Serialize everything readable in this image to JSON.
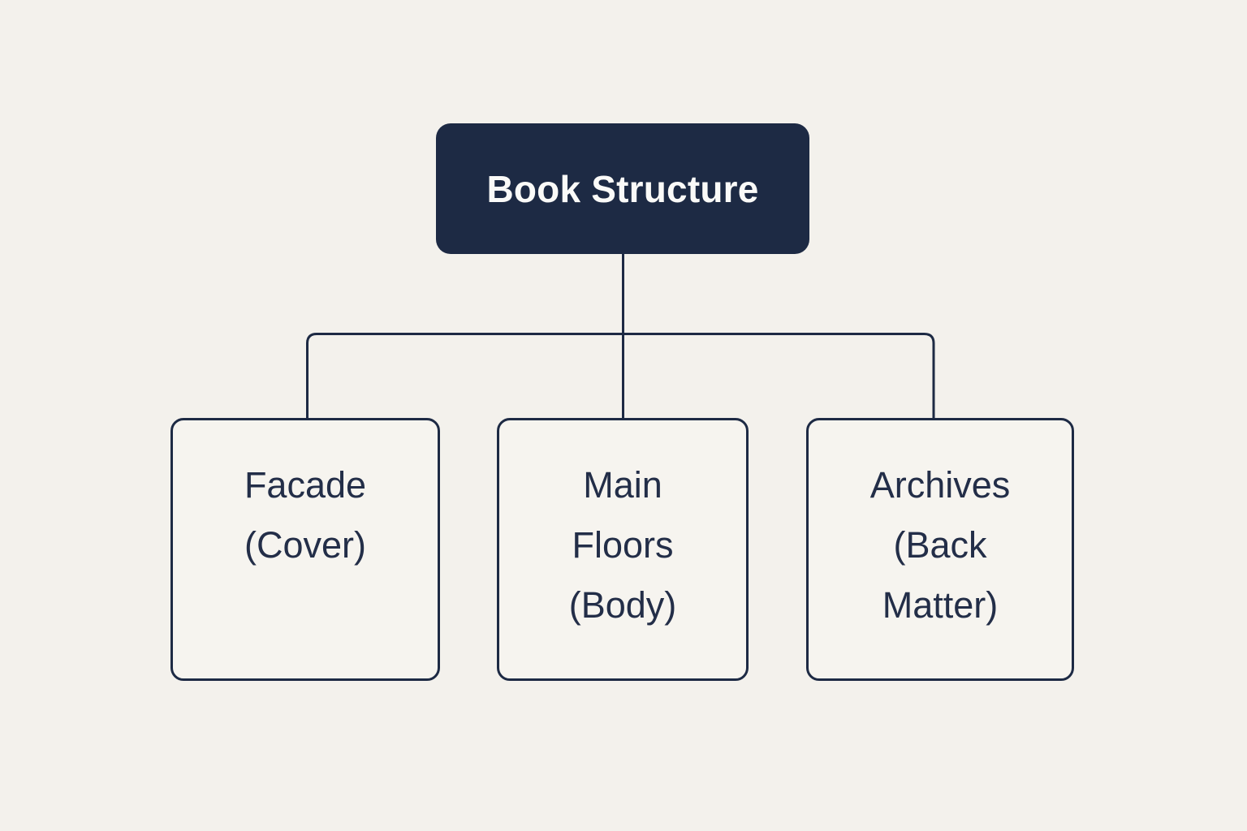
{
  "diagram": {
    "root": {
      "label": "Book Structure"
    },
    "children": [
      {
        "name": "facade",
        "lines": [
          "Facade",
          "(Cover)"
        ]
      },
      {
        "name": "main-floors",
        "lines": [
          "Main",
          "Floors",
          "(Body)"
        ]
      },
      {
        "name": "archives",
        "lines": [
          "Archives",
          "(Back",
          "Matter)"
        ]
      }
    ],
    "colors": {
      "background": "#f3f1ec",
      "node_fill": "#f6f4ef",
      "navy": "#1d2a44",
      "root_text": "#fafaf8",
      "child_text": "#232e48"
    }
  }
}
